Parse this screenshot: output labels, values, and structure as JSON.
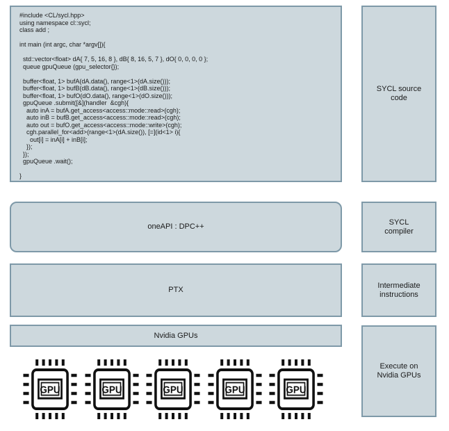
{
  "colors": {
    "box_fill": "#cdd8dd",
    "box_border": "#7e99a8",
    "icon_ink": "#111111",
    "text": "#1a1a1a"
  },
  "code_box": {
    "lines": [
      "#include <CL/sycl.hpp>",
      "using namespace cl::sycl;",
      "class add ;",
      "",
      "int main (int argc, char *argv[]){",
      "",
      "  std::vector<float> dA{ 7, 5, 16, 8 }, dB{ 8, 16, 5, 7 }, dO{ 0, 0, 0, 0 };",
      "  queue gpuQueue (gpu_selector{});",
      "",
      "  buffer<float, 1> bufA(dA.data(), range<1>(dA.size()));",
      "  buffer<float, 1> bufB(dB.data(), range<1>(dB.size()));",
      "  buffer<float, 1> bufO(dO.data(), range<1>(dO.size()));",
      "  gpuQueue .submit([&](handler  &cgh){",
      "    auto inA = bufA.get_access<access::mode::read>(cgh);",
      "    auto inB = bufB.get_access<access::mode::read>(cgh);",
      "    auto out = bufO.get_access<access::mode::write>(cgh);",
      "    cgh.parallel_for<add>(range<1>(dA.size()), [=](id<1> i){",
      "      out[i] = inA[i] + inB[i];",
      "    });",
      "  });",
      "  gpuQueue .wait();",
      "",
      "}"
    ]
  },
  "flow": {
    "oneapi_label": "oneAPI : DPC++",
    "ptx_label": "PTX",
    "nvidia_label": "Nvidia GPUs"
  },
  "side_labels": {
    "source": "SYCL source\ncode",
    "compiler": "SYCL\ncompiler",
    "intermediate": "Intermediate\ninstructions",
    "execute": "Execute on\nNvidia GPUs"
  },
  "gpu_icons": {
    "count": 5,
    "chip_label": "GPU"
  }
}
